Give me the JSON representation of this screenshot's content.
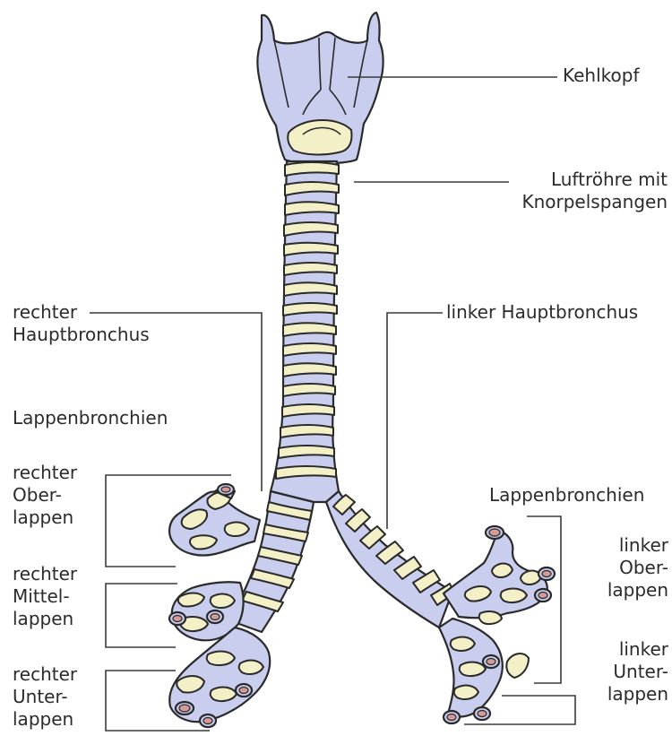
{
  "labels": {
    "kehlkopf": "Kehlkopf",
    "luftroehre_1": "Luftröhre mit",
    "luftroehre_2": "Knorpelspangen",
    "rechter_haupt_1": "rechter",
    "rechter_haupt_2": "Hauptbronchus",
    "linker_haupt": "linker Hauptbronchus",
    "lappenbronchien_left": "Lappenbronchien",
    "lappenbronchien_right": "Lappenbronchien",
    "r_ober_1": "rechter",
    "r_ober_2": "Ober-",
    "r_ober_3": "lappen",
    "r_mittel_1": "rechter",
    "r_mittel_2": "Mittel-",
    "r_mittel_3": "lappen",
    "r_unter_1": "rechter",
    "r_unter_2": "Unter-",
    "r_unter_3": "lappen",
    "l_ober_1": "linker",
    "l_ober_2": "Ober-",
    "l_ober_3": "lappen",
    "l_unter_1": "linker",
    "l_unter_2": "Unter-",
    "l_unter_3": "lappen"
  },
  "colors": {
    "tissue": "#c9cdee",
    "cartilage": "#f3efc6",
    "outline": "#2a2a2a",
    "lumen": "#d69a96",
    "leader": "#3a3a3a"
  }
}
